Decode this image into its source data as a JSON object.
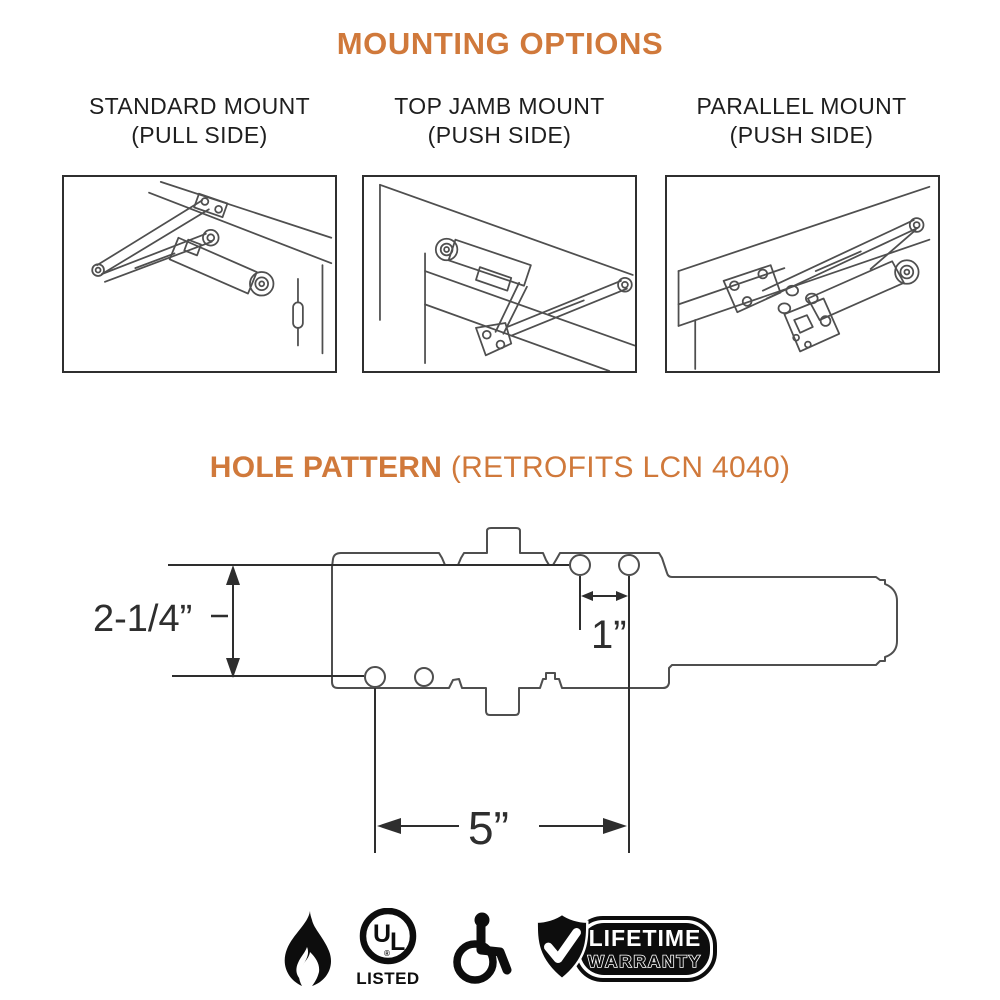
{
  "colors": {
    "accent_orange": "#d0793b",
    "drawing_line": "#4f4f4f",
    "dimension_ink": "#2e2e2e",
    "icon_black": "#0d0d0d"
  },
  "header": {
    "title": "MOUNTING OPTIONS"
  },
  "mounts": {
    "items": [
      {
        "label": "STANDARD MOUNT",
        "sublabel": "(PULL SIDE)",
        "diagram": "door-closer-standard-mount-drawing"
      },
      {
        "label": "TOP JAMB MOUNT",
        "sublabel": "(PUSH SIDE)",
        "diagram": "door-closer-top-jamb-mount-drawing"
      },
      {
        "label": "PARALLEL MOUNT",
        "sublabel": "(PUSH SIDE)",
        "diagram": "door-closer-parallel-mount-drawing"
      }
    ]
  },
  "hole_pattern": {
    "title_bold": "HOLE PATTERN",
    "title_note": "(RETROFITS LCN 4040)",
    "dim_vertical": "2-1/4”",
    "dim_hole_spacing": "1”",
    "dim_horizontal": "5”"
  },
  "certifications": {
    "fire": {
      "icon": "fire-rated-flame-icon"
    },
    "ul": {
      "mark_u": "U",
      "mark_l": "L",
      "registered": "®",
      "label": "LISTED",
      "icon": "ul-listed-icon"
    },
    "ada": {
      "icon": "ada-wheelchair-icon"
    },
    "warranty": {
      "line1": "LIFETIME",
      "line2": "WARRANTY",
      "icon": "shield-checkmark-icon"
    }
  }
}
